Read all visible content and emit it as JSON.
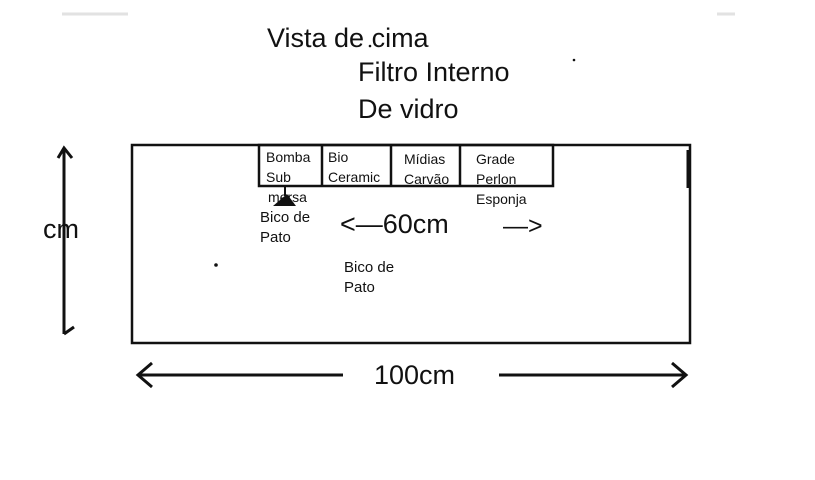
{
  "title": {
    "line1": "Vista de cima",
    "line2": "Filtro Interno",
    "line3": "De vidro"
  },
  "filter_cells": [
    {
      "line1": "Bomba",
      "line2": "Sub",
      "line3": "mersa"
    },
    {
      "line1": "Bio",
      "line2": "Ceramic",
      "line3": ""
    },
    {
      "line1": "Mídias",
      "line2": "Carvão",
      "line3": ""
    },
    {
      "line1": "Grade",
      "line2": "Perlon",
      "line3": "Esponja"
    }
  ],
  "nozzle_labels": [
    {
      "line1": "Bico de",
      "line2": "Pato"
    },
    {
      "line1": "Bico de",
      "line2": "Pato"
    }
  ],
  "dimensions": {
    "filter_length": "<—60cm",
    "filter_length_arrow": "—>",
    "tank_length": "100cm",
    "tank_depth_partial": ")cm"
  },
  "colors": {
    "ink": "#111111",
    "paper": "#ffffff"
  }
}
